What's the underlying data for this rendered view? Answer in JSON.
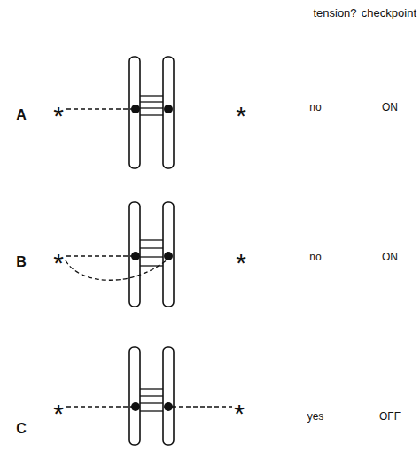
{
  "diagram": {
    "labels": [
      "tension?",
      "checkpoint",
      "A",
      "*",
      "*",
      "no",
      "ON",
      "B",
      "*",
      "*",
      "no",
      "ON",
      "C",
      "*",
      "*",
      "yes",
      "OFF"
    ]
  }
}
